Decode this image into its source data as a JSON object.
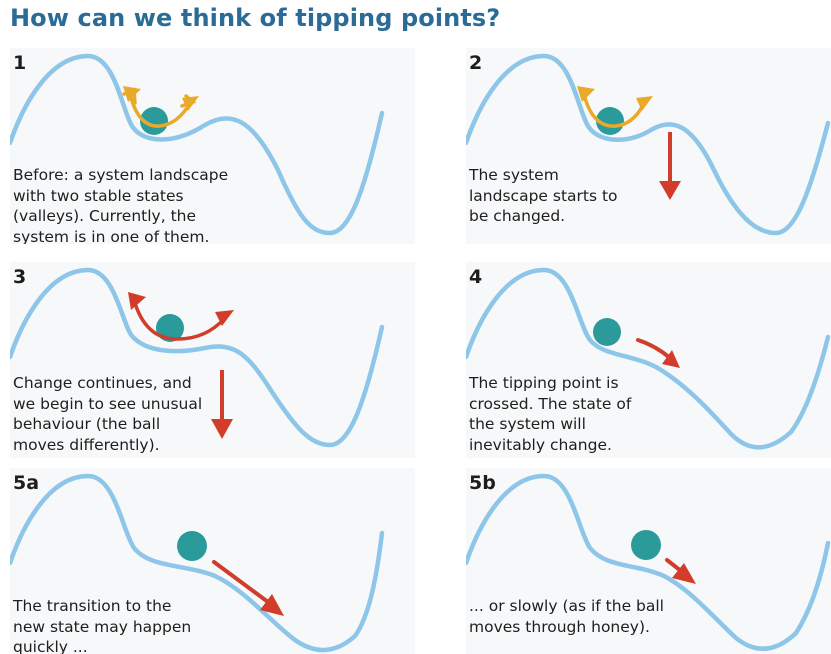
{
  "title": "How can we think of tipping points?",
  "panels": [
    {
      "label": "1",
      "caption": [
        "Before: a system landscape",
        "with two stable states",
        "(valleys). Currently, the",
        "system is in one of them."
      ]
    },
    {
      "label": "2",
      "caption": [
        "The system",
        "landscape starts to",
        "be changed."
      ]
    },
    {
      "label": "3",
      "caption": [
        "Change continues, and",
        "we begin to see unusual",
        "behaviour (the ball",
        "moves differently)."
      ]
    },
    {
      "label": "4",
      "caption": [
        "The tipping point is",
        "crossed. The state of",
        "the system will",
        "inevitably change."
      ]
    },
    {
      "label": "5a",
      "caption": [
        "The transition to the",
        "new state may happen",
        "quickly ..."
      ]
    },
    {
      "label": "5b",
      "caption": [
        "... or slowly (as if the ball",
        "moves through honey)."
      ]
    }
  ],
  "colors": {
    "title": "#2b6c97",
    "curve": "#8dc6e8",
    "ball": "#2a9a9b",
    "yellow_arrow": "#e9aa2b",
    "red_arrow": "#d13d2a",
    "panel_bg": "#f7f8f9"
  },
  "icons": {
    "ball": "teal-circle",
    "yellow_arrow": "double-headed-curved-arrow",
    "red_arrow": "arrow"
  }
}
